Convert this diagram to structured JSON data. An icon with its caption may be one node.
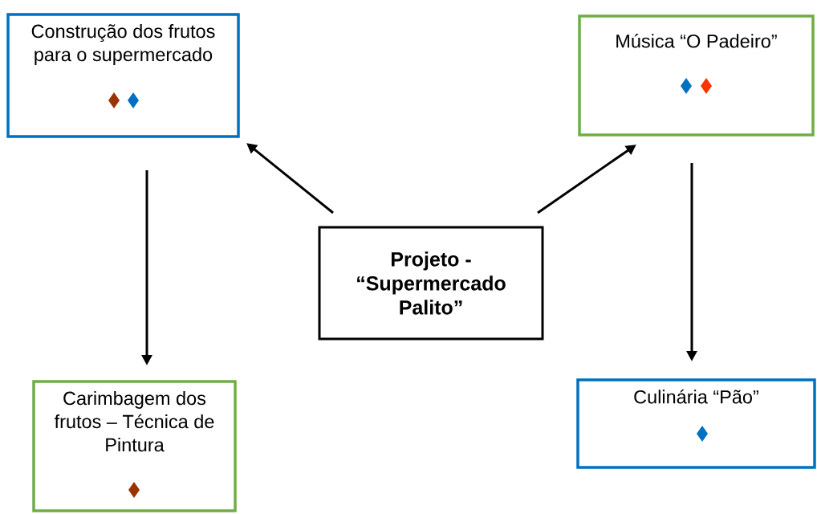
{
  "diagram": {
    "nodes": [
      {
        "text": [
          "Construção dos frutos para o supermercado"
        ]
      },
      {
        "text": [
          "Música “O Padeiro”"
        ]
      },
      {
        "text": [
          "Projeto - “Supermercado Palito”"
        ]
      },
      {
        "text": [
          "Carimbagem dos frutos – Técnica de Pintura"
        ]
      },
      {
        "text": [
          "Culinária “Pão”"
        ]
      }
    ],
    "edges": [
      {
        "from": 2,
        "to": 0,
        "arrow": "to"
      },
      {
        "from": 2,
        "to": 1,
        "arrow": "to"
      },
      {
        "from": 0,
        "to": 3,
        "arrow": "to"
      },
      {
        "from": 1,
        "to": 4,
        "arrow": "to"
      }
    ]
  }
}
